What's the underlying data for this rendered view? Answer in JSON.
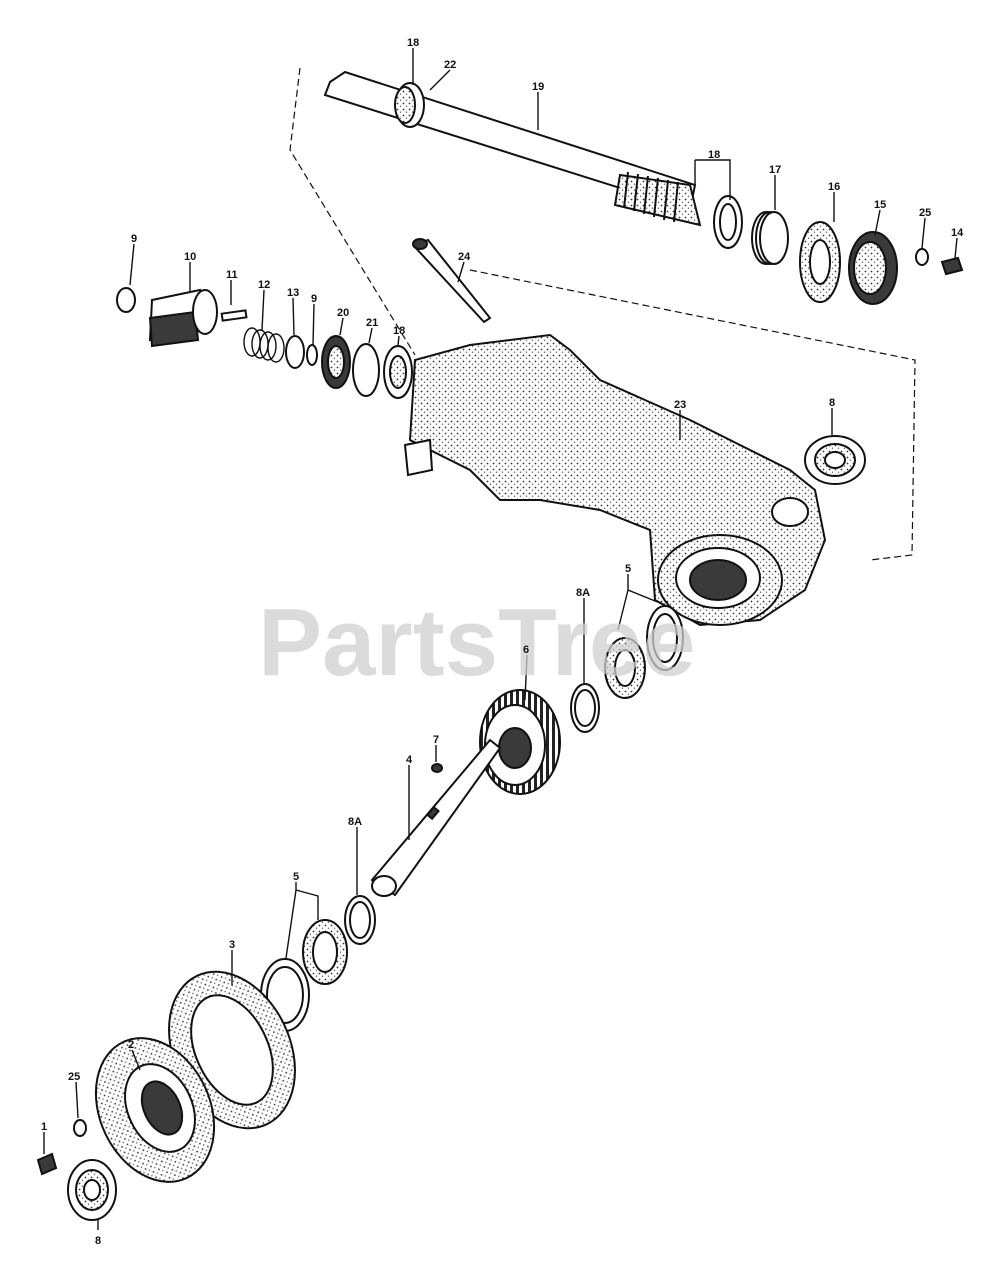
{
  "watermark": "PartsTree",
  "callouts": [
    {
      "id": "c-18-top",
      "text": "18"
    },
    {
      "id": "c-22",
      "text": "22"
    },
    {
      "id": "c-19",
      "text": "19"
    },
    {
      "id": "c-18-right",
      "text": "18"
    },
    {
      "id": "c-17",
      "text": "17"
    },
    {
      "id": "c-16",
      "text": "16"
    },
    {
      "id": "c-15",
      "text": "15"
    },
    {
      "id": "c-25-top",
      "text": "25"
    },
    {
      "id": "c-14",
      "text": "14"
    },
    {
      "id": "c-9-left",
      "text": "9"
    },
    {
      "id": "c-10",
      "text": "10"
    },
    {
      "id": "c-11",
      "text": "11"
    },
    {
      "id": "c-12",
      "text": "12"
    },
    {
      "id": "c-13",
      "text": "13"
    },
    {
      "id": "c-9-mid",
      "text": "9"
    },
    {
      "id": "c-20",
      "text": "20"
    },
    {
      "id": "c-21",
      "text": "21"
    },
    {
      "id": "c-18-mid",
      "text": "18"
    },
    {
      "id": "c-24",
      "text": "24"
    },
    {
      "id": "c-23",
      "text": "23"
    },
    {
      "id": "c-8-right",
      "text": "8"
    },
    {
      "id": "c-5-upper",
      "text": "5"
    },
    {
      "id": "c-8a-upper",
      "text": "8A"
    },
    {
      "id": "c-6",
      "text": "6"
    },
    {
      "id": "c-7",
      "text": "7"
    },
    {
      "id": "c-4",
      "text": "4"
    },
    {
      "id": "c-8a-lower",
      "text": "8A"
    },
    {
      "id": "c-5-lower",
      "text": "5"
    },
    {
      "id": "c-3",
      "text": "3"
    },
    {
      "id": "c-2",
      "text": "2"
    },
    {
      "id": "c-25-bottom",
      "text": "25"
    },
    {
      "id": "c-1",
      "text": "1"
    },
    {
      "id": "c-8-bottom",
      "text": "8"
    }
  ]
}
